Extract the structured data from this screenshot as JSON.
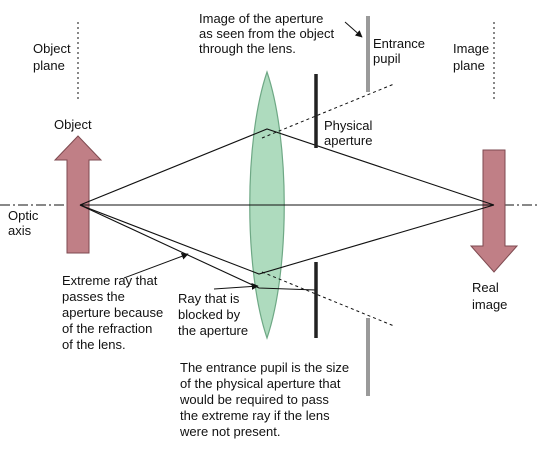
{
  "colors": {
    "lens_fill": "#a6d8b8",
    "lens_stroke": "#5f9f78",
    "arrow_fill": "#c07f86",
    "arrow_stroke": "#7e4a50",
    "aperture": "#222222",
    "entrance_pupil": "#9a9a9a",
    "line": "#111111"
  },
  "labels": {
    "aperture_image": [
      "Image of the aperture",
      "as seen from the object",
      "through the lens."
    ],
    "entrance_pupil": [
      "Entrance",
      "pupil"
    ],
    "object_plane": [
      "Object",
      "plane"
    ],
    "image_plane": [
      "Image",
      "plane"
    ],
    "object": "Object",
    "physical_aperture": [
      "Physical",
      "aperture"
    ],
    "optic_axis": [
      "Optic",
      "axis"
    ],
    "extreme_ray": [
      "Extreme ray that",
      "passes the",
      "aperture because",
      "of the refraction",
      "of the lens."
    ],
    "blocked_ray": [
      "Ray that is",
      "blocked by",
      "the aperture"
    ],
    "real_image": [
      "Real",
      "image"
    ],
    "entrance_pupil_note": [
      "The entrance pupil is the size",
      "of the physical aperture that",
      "would be required to pass",
      "the extreme ray if the lens",
      "were not present."
    ]
  }
}
